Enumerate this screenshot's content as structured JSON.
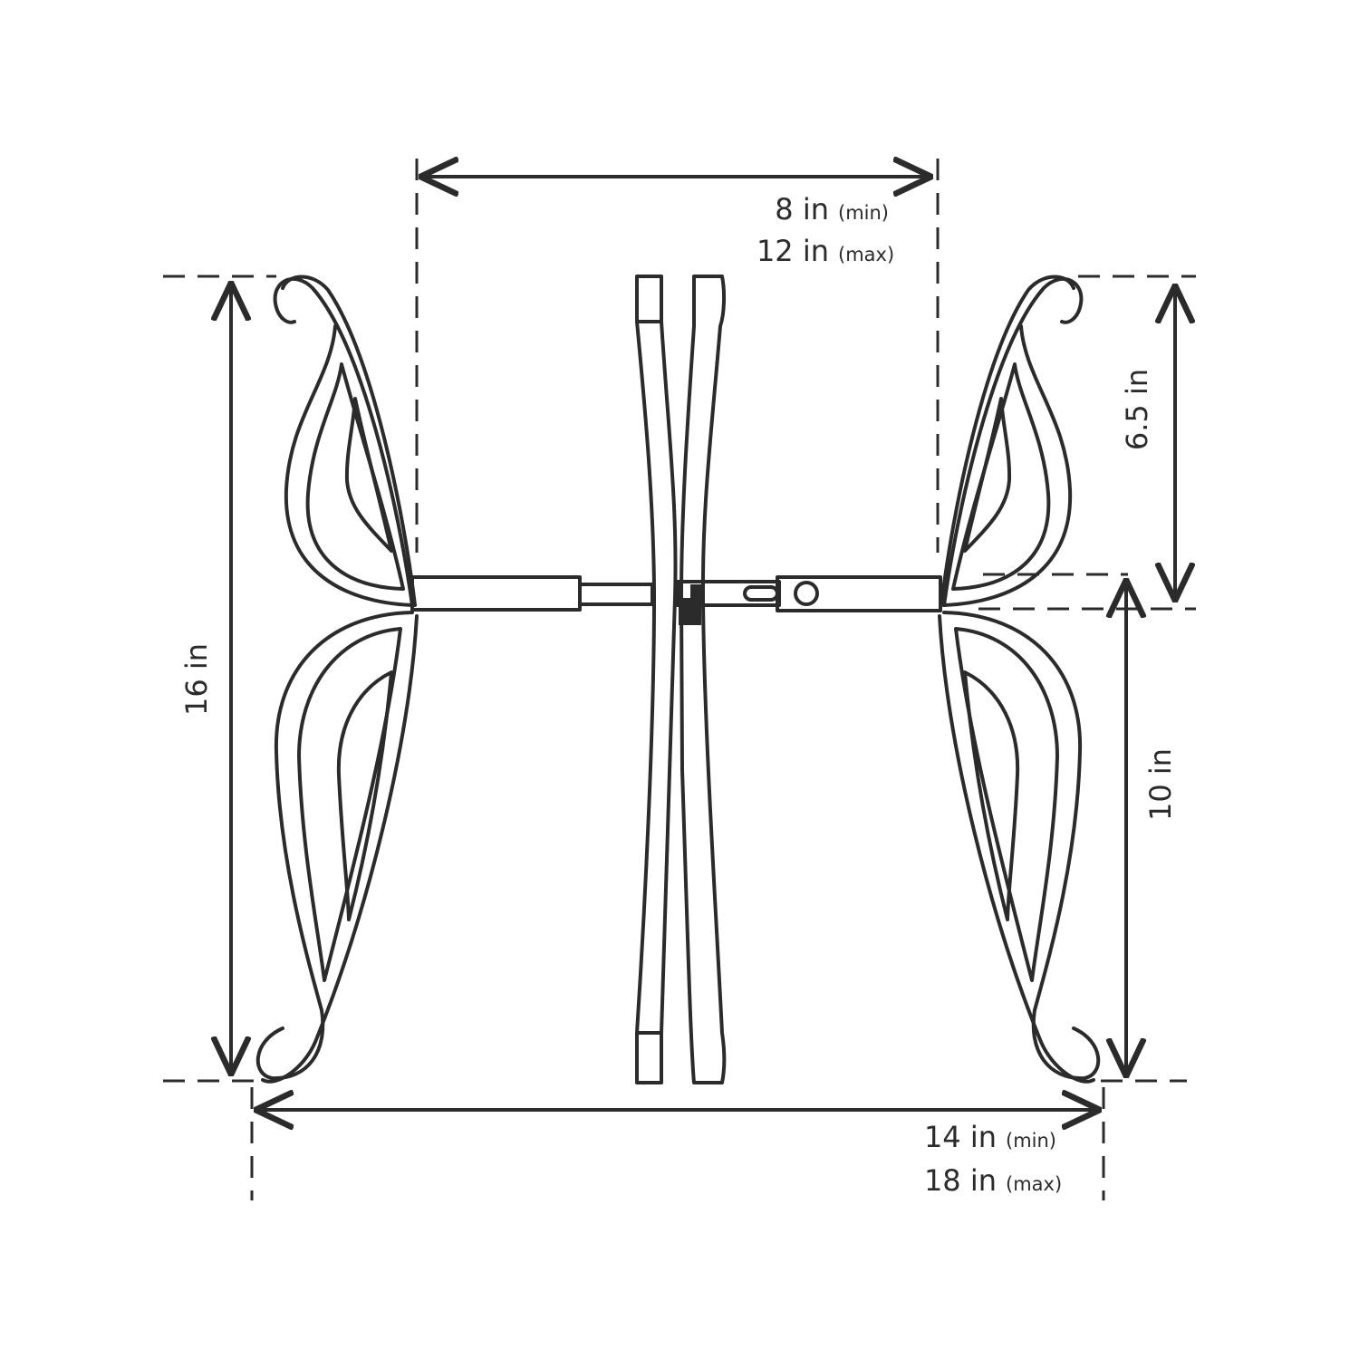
{
  "dimensions": {
    "inner_width": {
      "min_value": "8 in",
      "min_tag": "(min)",
      "max_value": "12 in",
      "max_tag": "(max)"
    },
    "outer_width": {
      "min_value": "14 in",
      "min_tag": "(min)",
      "max_value": "18 in",
      "max_tag": "(max)"
    },
    "total_height": "16 in",
    "upper_wing_height": "6.5 in",
    "lower_wing_height": "10 in"
  },
  "colors": {
    "line": "#2b2b2b",
    "background": "#ffffff"
  }
}
